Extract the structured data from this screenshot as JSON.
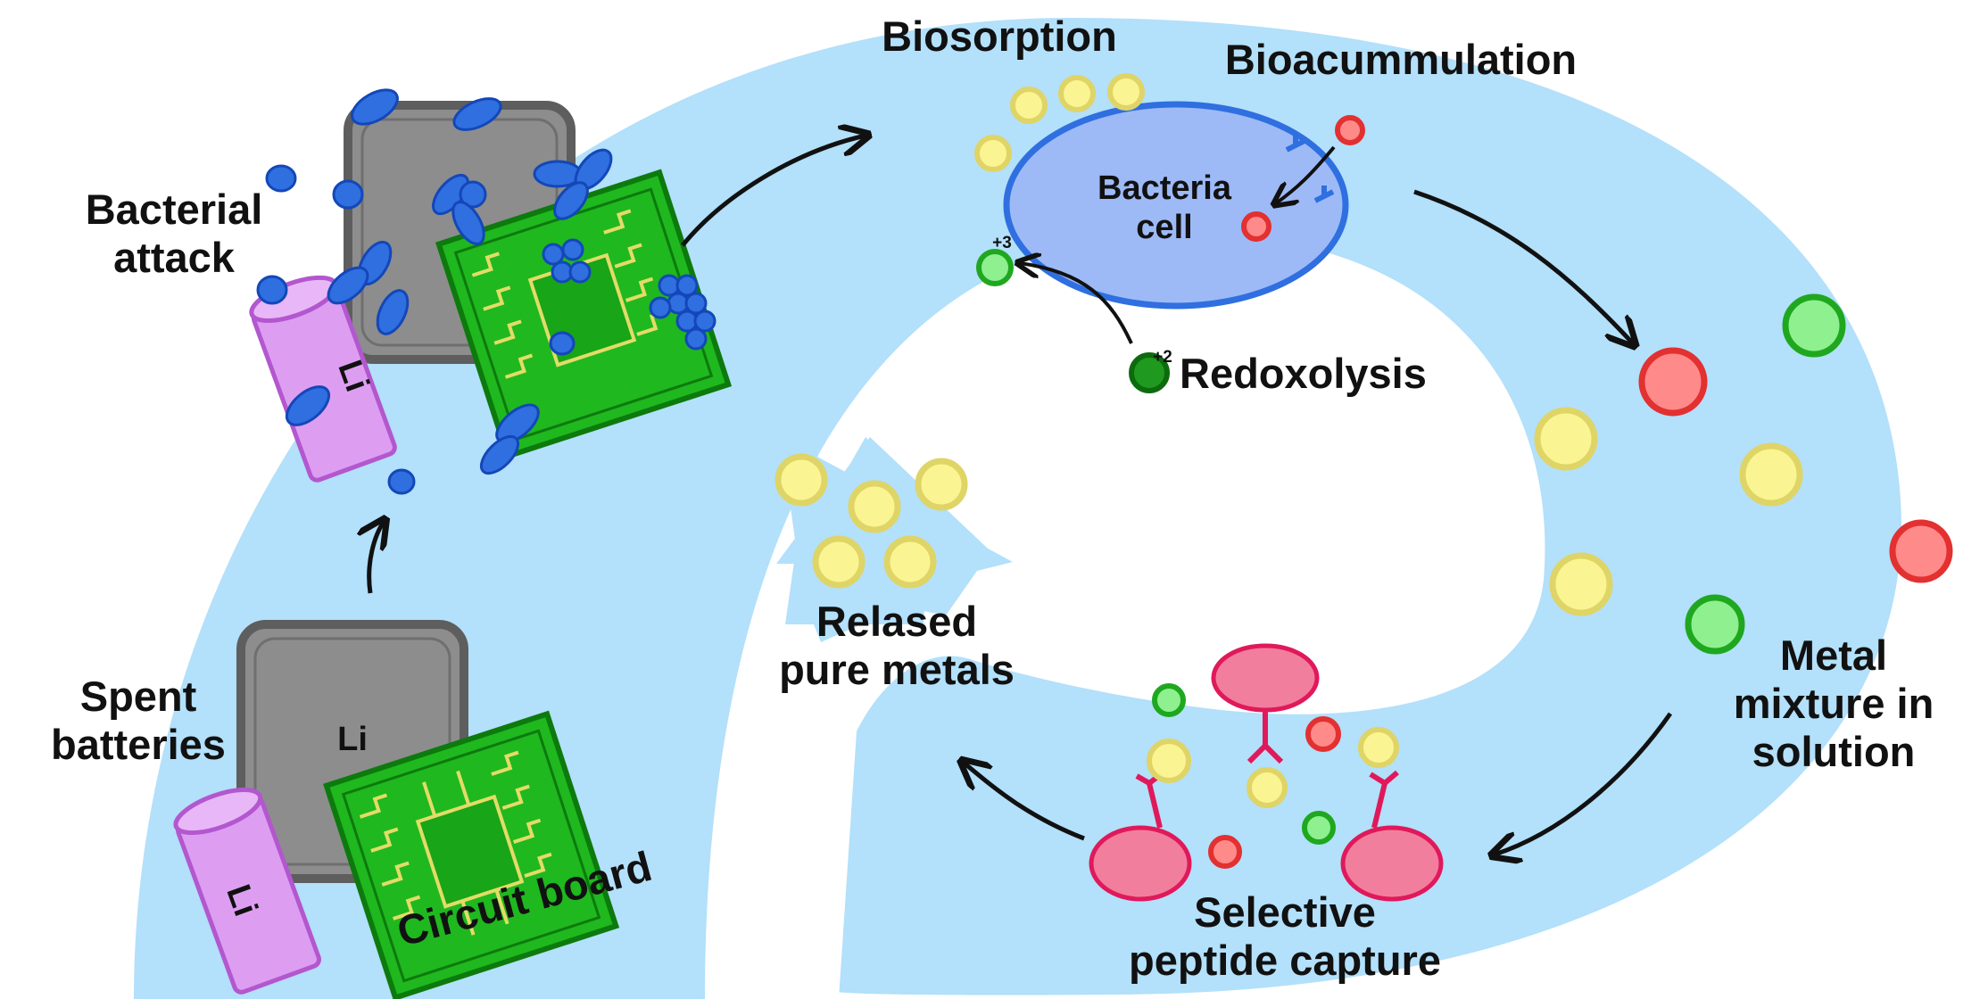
{
  "labels": {
    "spent_batteries": [
      "Spent",
      "batteries"
    ],
    "circuit_board": "Circuit board",
    "li_bottom_square": "Li",
    "li_bottom_cylinder": "Li",
    "li_top_cylinder": "Li",
    "bacterial_attack": [
      "Bacterial",
      "attack"
    ],
    "biosorption": "Biosorption",
    "bioaccumulation": "Bioacummulation",
    "bacteria_cell": [
      "Bacteria",
      "cell"
    ],
    "redoxolysis": "Redoxolysis",
    "charge_plus3": "+3",
    "charge_plus2": "+2",
    "metal_mixture": [
      "Metal",
      "mixture in",
      "solution"
    ],
    "selective_capture": [
      "Selective",
      "peptide capture"
    ],
    "released_metals": [
      "Relased",
      "pure metals"
    ]
  },
  "colors": {
    "flow_band": "#b3e0fa",
    "bacteria_blue": "#2f6fe0",
    "bacteria_fill": "#8fb2f5",
    "battery_gray": "#8d8d8d",
    "cylinder_purple": "#dd9ef2",
    "board_green": "#1fb81f",
    "trace_yellow": "#e3dc67",
    "metal_yellow": "#fbf492",
    "metal_red": "#ff8a8a",
    "metal_green": "#8ff08f",
    "peptide_pink": "#f27e9e"
  },
  "icons": [
    "battery-square-icon",
    "battery-cylinder-icon",
    "circuit-board-icon",
    "bacteria-icon",
    "metal-ion-icon",
    "peptide-icon",
    "process-arrow-icon"
  ]
}
